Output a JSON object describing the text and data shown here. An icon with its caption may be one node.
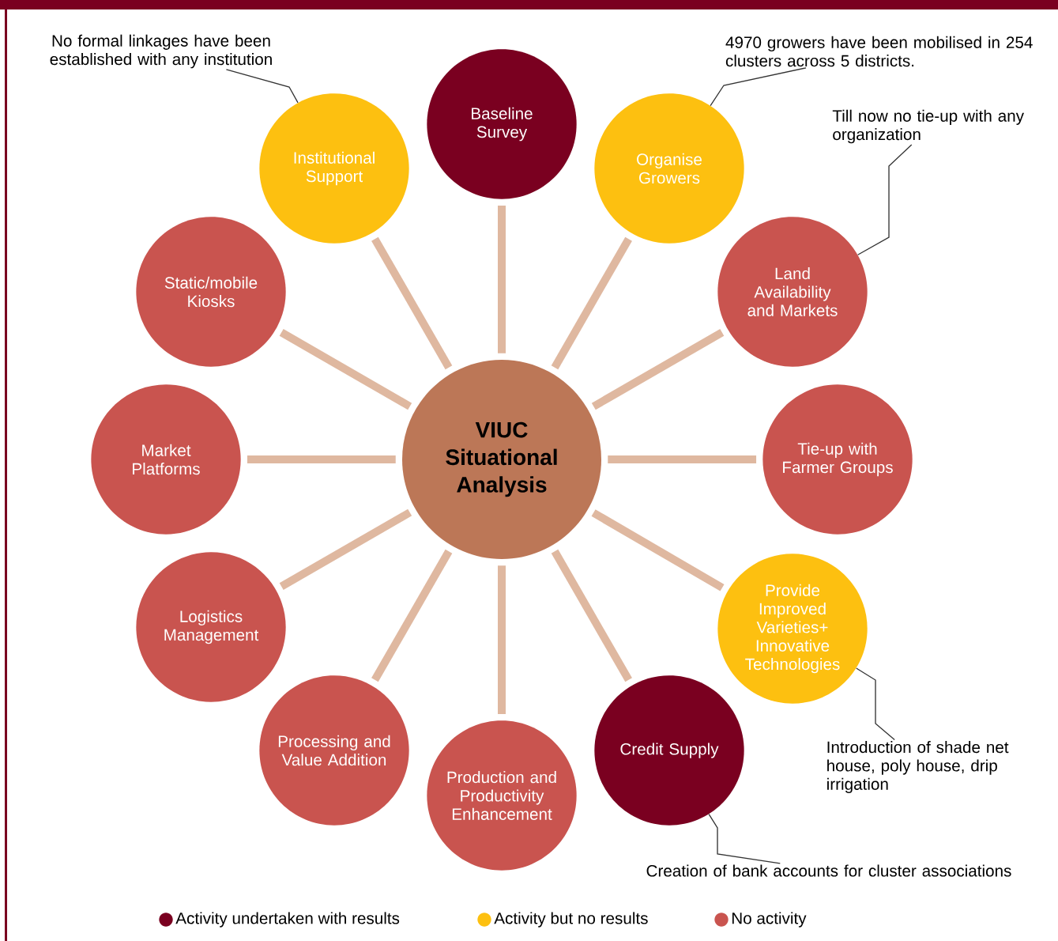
{
  "diagram": {
    "nodes": [
      {
        "text": [
          "VIUC Situational Analysis"
        ]
      },
      {
        "text": [
          "Baseline Survey"
        ]
      },
      {
        "text": [
          "Organise Growers"
        ]
      },
      {
        "text": [
          "Land Availability and Markets"
        ]
      },
      {
        "text": [
          "Tie-up with Farmer Groups"
        ]
      },
      {
        "text": [
          "Provide Improved Varieties+ Innovative Technologies"
        ]
      },
      {
        "text": [
          "Credit Supply"
        ]
      },
      {
        "text": [
          "Production and Productivity Enhancement"
        ]
      },
      {
        "text": [
          "Processing and Value Addition"
        ]
      },
      {
        "text": [
          "Logistics Management"
        ]
      },
      {
        "text": [
          "Market Platforms"
        ]
      },
      {
        "text": [
          "Static/mobile Kiosks"
        ]
      },
      {
        "text": [
          "Institutional Support"
        ]
      },
      {
        "text": [
          "No formal linkages have been established with any institution"
        ]
      },
      {
        "text": [
          "4970 growers have been mobilised in 254 clusters across 5 districts."
        ]
      },
      {
        "text": [
          "Till now no tie-up with any organization"
        ]
      },
      {
        "text": [
          "Introduction of shade net house, poly house, drip irrigation"
        ]
      },
      {
        "text": [
          "Creation of bank accounts for cluster associations"
        ]
      }
    ],
    "edges": [
      {
        "from": 0,
        "to": 1,
        "arrow": "none"
      },
      {
        "from": 0,
        "to": 2,
        "arrow": "none"
      },
      {
        "from": 0,
        "to": 3,
        "arrow": "none"
      },
      {
        "from": 0,
        "to": 4,
        "arrow": "none"
      },
      {
        "from": 0,
        "to": 5,
        "arrow": "none"
      },
      {
        "from": 0,
        "to": 6,
        "arrow": "none"
      },
      {
        "from": 0,
        "to": 7,
        "arrow": "none"
      },
      {
        "from": 0,
        "to": 8,
        "arrow": "none"
      },
      {
        "from": 0,
        "to": 9,
        "arrow": "none"
      },
      {
        "from": 0,
        "to": 10,
        "arrow": "none"
      },
      {
        "from": 0,
        "to": 11,
        "arrow": "none"
      },
      {
        "from": 0,
        "to": 12,
        "arrow": "none"
      },
      {
        "from": 13,
        "to": 12,
        "arrow": "none",
        "color": "#333333"
      },
      {
        "from": 14,
        "to": 2,
        "arrow": "none",
        "color": "#333333"
      },
      {
        "from": 15,
        "to": 3,
        "arrow": "none",
        "color": "#333333"
      },
      {
        "from": 16,
        "to": 5,
        "arrow": "none",
        "color": "#333333"
      },
      {
        "from": 17,
        "to": 6,
        "arrow": "none",
        "color": "#333333"
      }
    ],
    "legend": [
      {
        "text": "Activity undertaken with results",
        "color": "#7a0020"
      },
      {
        "text": "Activity but no results",
        "color": "#fdc010"
      },
      {
        "text": "No activity",
        "color": "#c9544f"
      }
    ]
  }
}
